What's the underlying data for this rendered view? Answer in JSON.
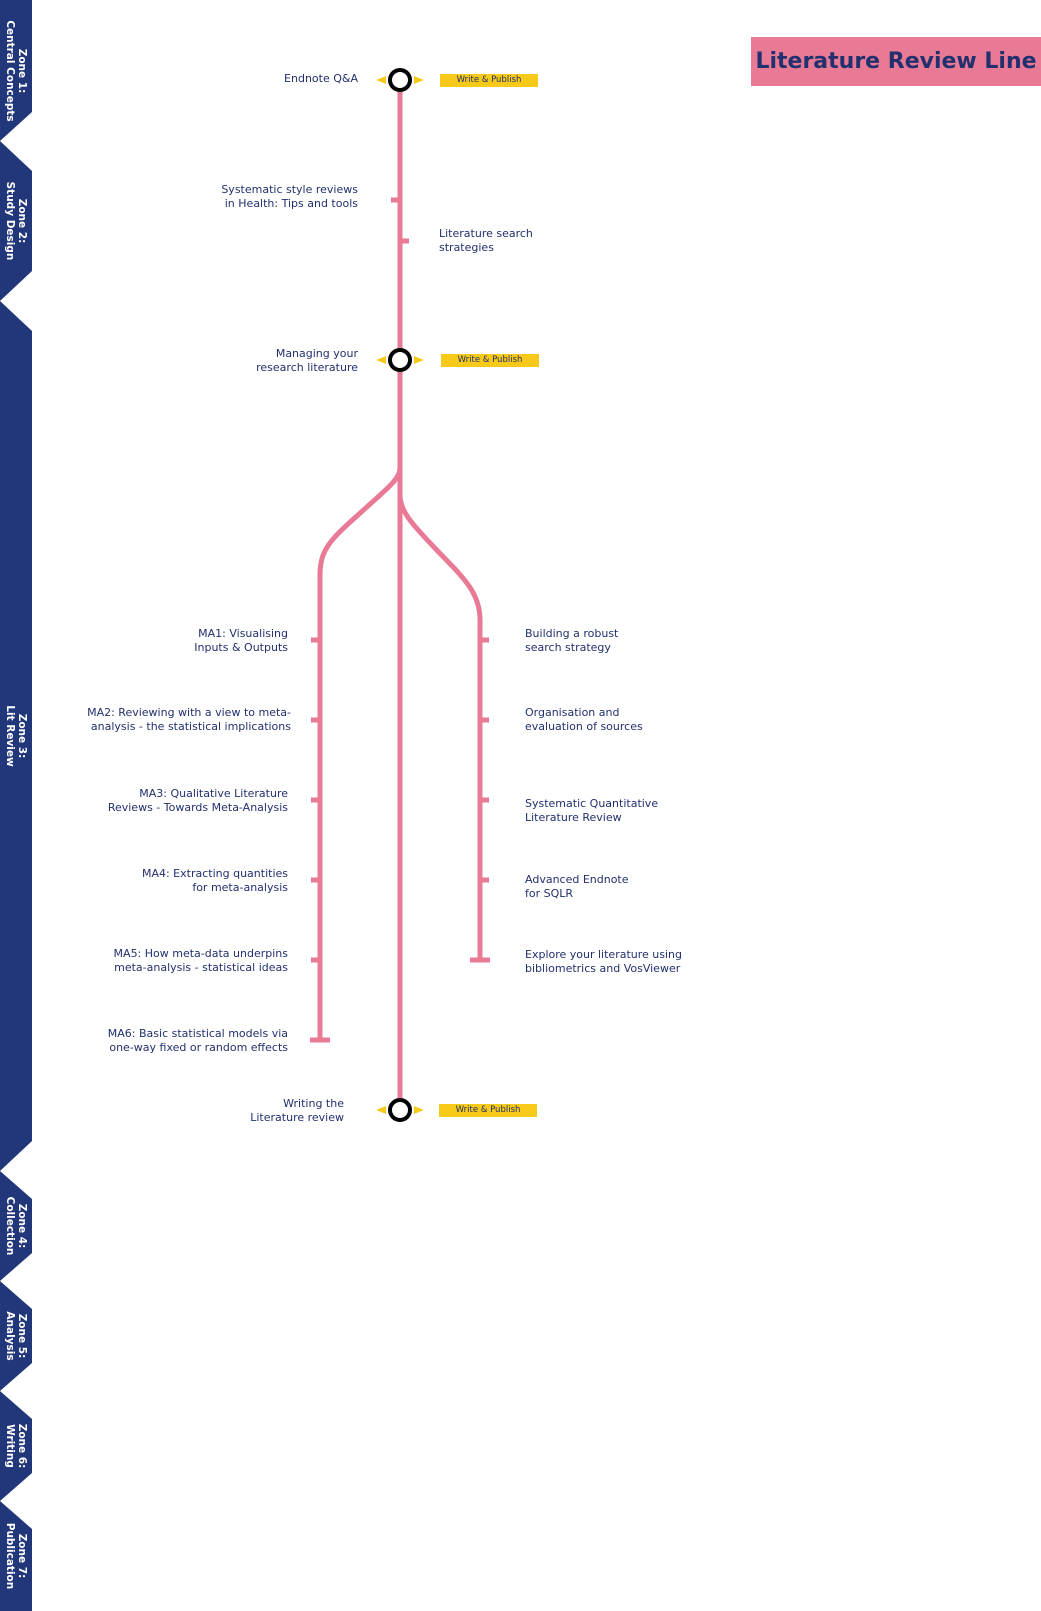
{
  "title": "Literature Review Line",
  "colors": {
    "line": "#e87a96",
    "zone_tab": "#22377a",
    "badge": "#f7c919",
    "text": "#22306e"
  },
  "zones": [
    {
      "zone": "Zone 1:",
      "name": "Central Concepts"
    },
    {
      "zone": "Zone 2:",
      "name": "Study Design"
    },
    {
      "zone": "Zone 3:",
      "name": "Lit Review"
    },
    {
      "zone": "Zone 4:",
      "name": "Collection"
    },
    {
      "zone": "Zone 5:",
      "name": "Analysis"
    },
    {
      "zone": "Zone 6:",
      "name": "Writing"
    },
    {
      "zone": "Zone 7:",
      "name": "Publication"
    }
  ],
  "interchange_badge": "Write & Publish",
  "stations": {
    "endnote_qa": [
      "Endnote Q&A"
    ],
    "systematic_health": [
      "Systematic style reviews",
      "in Health: Tips and tools"
    ],
    "lit_search": [
      "Literature search",
      "strategies"
    ],
    "managing": [
      "Managing your",
      "research literature"
    ],
    "ma1": [
      "MA1: Visualising",
      "Inputs & Outputs"
    ],
    "ma2": [
      "MA2: Reviewing with a view to meta-",
      "analysis - the statistical implications"
    ],
    "ma3": [
      "MA3: Qualitative Literature",
      "Reviews - Towards Meta-Analysis"
    ],
    "ma4": [
      "MA4: Extracting quantities",
      "for meta-analysis"
    ],
    "ma5": [
      "MA5: How meta-data underpins",
      "meta-analysis - statistical ideas"
    ],
    "ma6": [
      "MA6: Basic statistical models via",
      "one-way fixed or random effects"
    ],
    "robust_search": [
      "Building a robust",
      "search strategy"
    ],
    "organisation": [
      "Organisation and",
      "evaluation of sources"
    ],
    "sqlr": [
      "Systematic Quantitative",
      "Literature Review"
    ],
    "adv_endnote": [
      "Advanced Endnote",
      "for SQLR"
    ],
    "explore": [
      "Explore your literature using",
      "bibliometrics and VosViewer"
    ],
    "writing": [
      "Writing the",
      "Literature review"
    ]
  }
}
